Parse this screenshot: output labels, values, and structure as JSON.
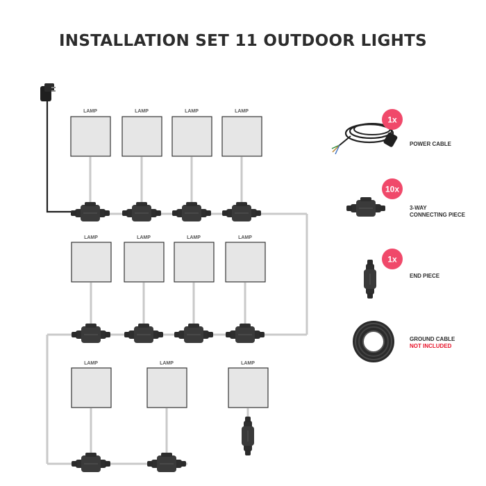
{
  "title": "INSTALLATION SET 11 OUTDOOR LIGHTS",
  "lamp_label": "LAMP",
  "legend": {
    "power_cable": {
      "badge": "1x",
      "label": "POWER CABLE"
    },
    "connector": {
      "badge": "10x",
      "label_line1": "3-WAY",
      "label_line2": "CONNECTING PIECE"
    },
    "end_piece": {
      "badge": "1x",
      "label": "END PIECE"
    },
    "ground_cable": {
      "label_line1": "GROUND CABLE",
      "label_line2": "NOT INCLUDED"
    }
  },
  "colors": {
    "badge": "#f0496a",
    "lamp_fill": "#e6e6e6",
    "lamp_stroke": "#333333",
    "wire": "#c9c9c9",
    "connector": "#2e2e2e",
    "warning_text": "#e8132a"
  }
}
